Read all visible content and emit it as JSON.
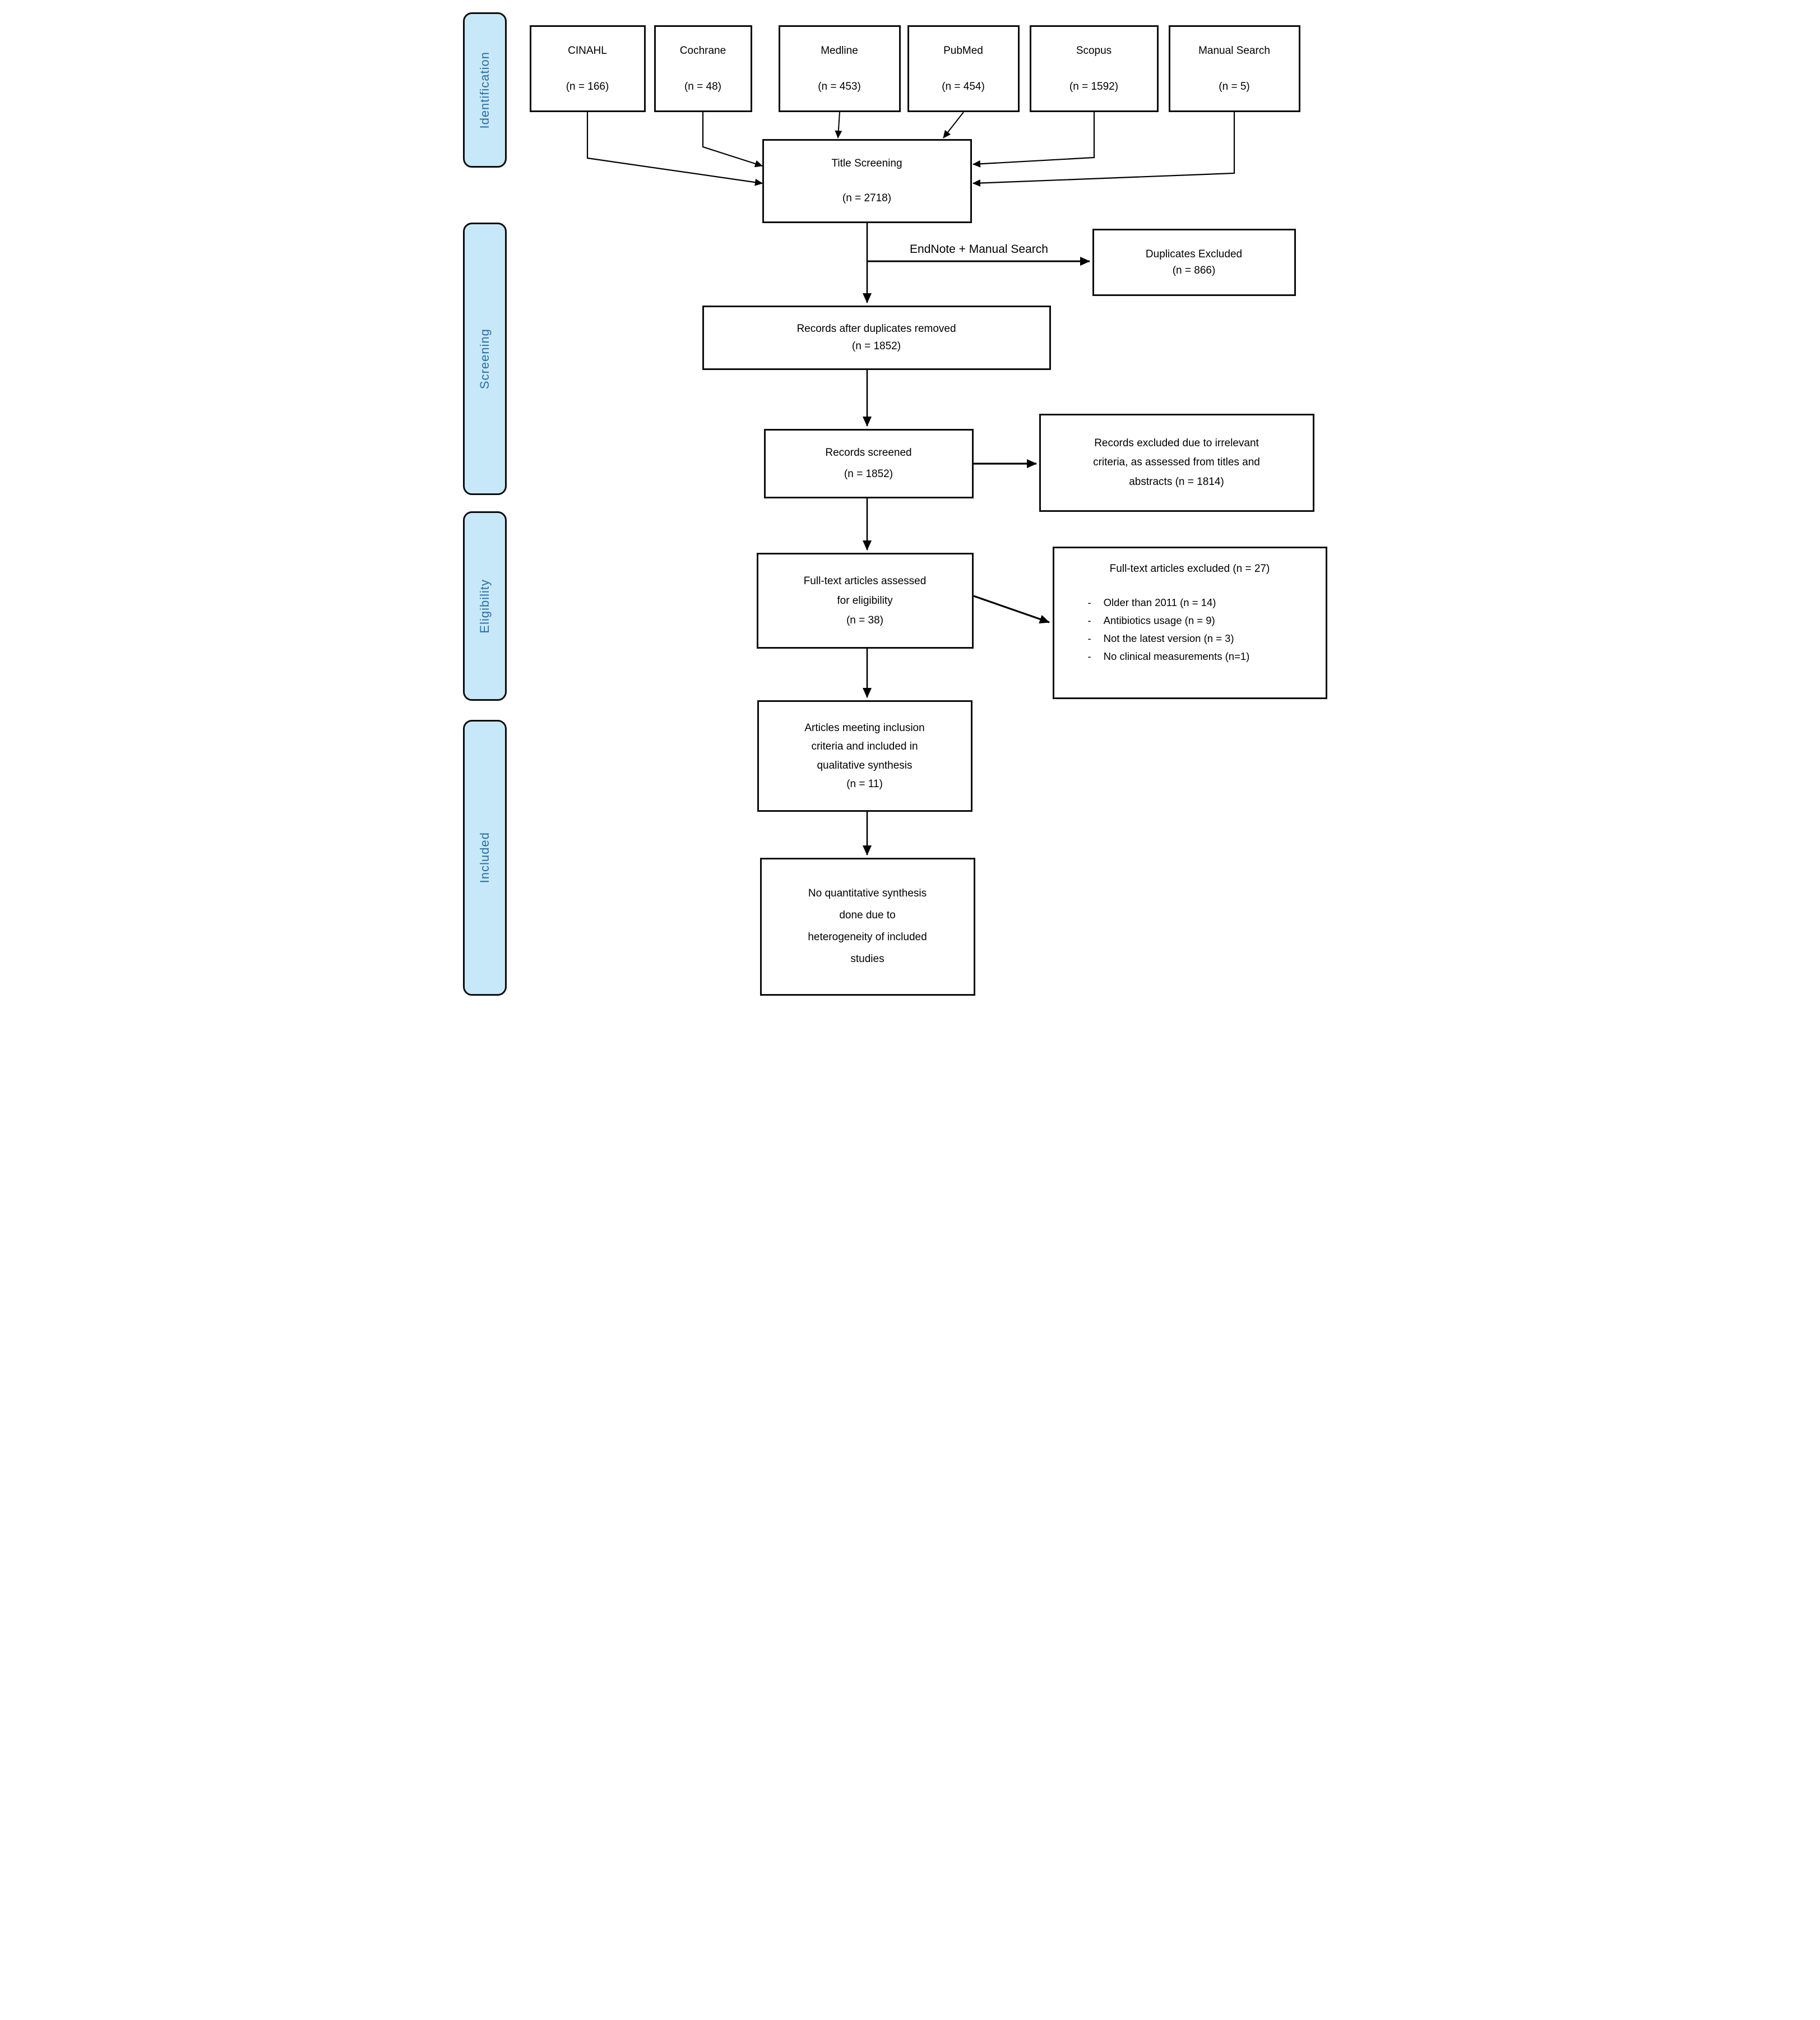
{
  "diagram": {
    "stages": [
      {
        "label": "Identification"
      },
      {
        "label": "Screening"
      },
      {
        "label": "Eligibility"
      },
      {
        "label": "Included"
      }
    ],
    "sources": [
      {
        "name": "CINAHL",
        "count": "(n = 166)"
      },
      {
        "name": "Cochrane",
        "count": "(n = 48)"
      },
      {
        "name": "Medline",
        "count": "(n = 453)"
      },
      {
        "name": "PubMed",
        "count": "(n = 454)"
      },
      {
        "name": "Scopus",
        "count": "(n = 1592)"
      },
      {
        "name": "Manual Search",
        "count": "(n = 5)"
      }
    ],
    "title_screening": {
      "name": "Title Screening",
      "count": "(n = 2718)"
    },
    "endnote_label": "EndNote + Manual Search",
    "duplicates_excluded": "Duplicates Excluded\n(n = 866)",
    "records_after": "Records after duplicates removed\n(n = 1852)",
    "records_screened": "Records screened\n(n = 1852)",
    "records_excluded": "Records excluded due to irrelevant\ncriteria, as assessed from titles and\nabstracts (n = 1814)",
    "fulltext_assessed": "Full-text articles assessed\nfor eligibility\n(n = 38)",
    "fulltext_excluded": {
      "title": "Full-text articles excluded (n = 27)",
      "items": [
        "Older than 2011 (n = 14)",
        "Antibiotics usage (n = 9)",
        "Not the latest version (n = 3)",
        "No clinical measurements (n=1)"
      ]
    },
    "articles_meeting": "Articles meeting inclusion\ncriteria and included in\nqualitative synthesis\n(n = 11)",
    "no_quant": "No quantitative synthesis\ndone due to\nheterogeneity of included\nstudies",
    "colors": {
      "stage_fill": "#c7e8f8",
      "stage_text": "#2b6da8",
      "line": "#000000",
      "box_border": "#0c0c0c"
    }
  }
}
